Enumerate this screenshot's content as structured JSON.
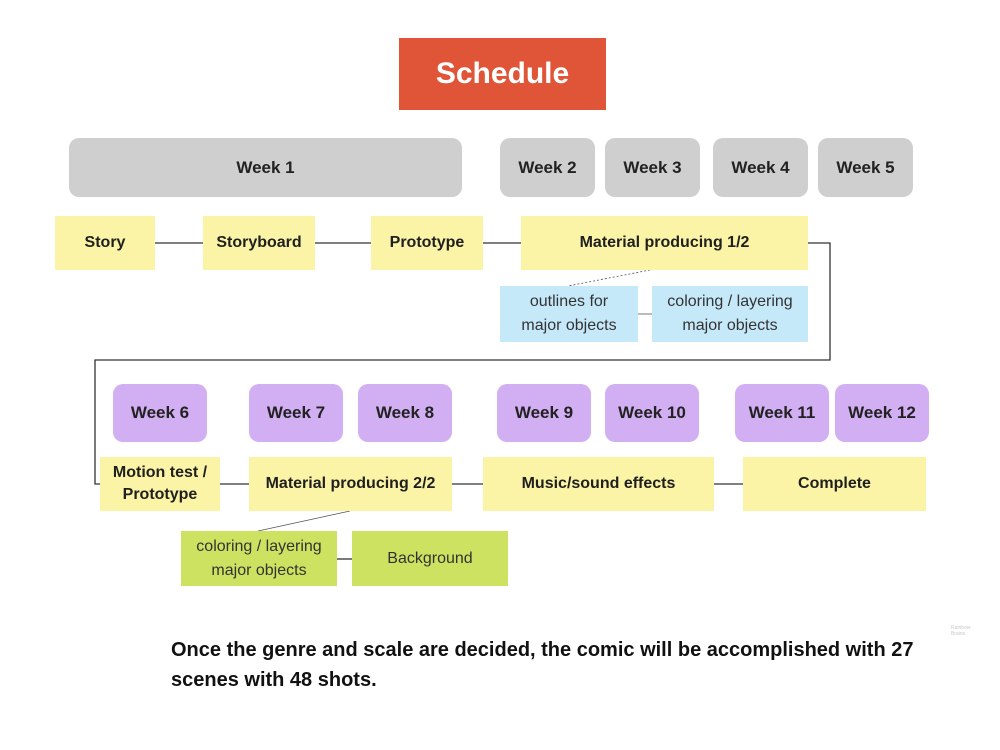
{
  "title": "Schedule",
  "weeks_top": [
    "Week 1",
    "Week 2",
    "Week 3",
    "Week 4",
    "Week 5"
  ],
  "weeks_bottom": [
    "Week 6",
    "Week 7",
    "Week 8",
    "Week 9",
    "Week 10",
    "Week 11",
    "Week 12"
  ],
  "tasks_row1": [
    "Story",
    "Storyboard",
    "Prototype",
    "Material producing 1/2"
  ],
  "subtasks_row1": [
    "outlines for major objects",
    "coloring / layering major objects"
  ],
  "tasks_row2": [
    "Motion test / Prototype",
    "Material producing 2/2",
    "Music/sound effects",
    "Complete"
  ],
  "subtasks_row2": [
    "coloring / layering major objects",
    "Background"
  ],
  "footnote": "Once the genre and scale are decided, the comic will be accomplished with 27 scenes with 48 shots.",
  "watermark": "Rainbow Brains",
  "colors": {
    "title_bg": "#e05537",
    "week_gray": "#cfcfcf",
    "week_purple": "#d2aef2",
    "task_yellow": "#fbf3a6",
    "sub_blue": "#c6e9f9",
    "sub_green": "#cde260"
  }
}
